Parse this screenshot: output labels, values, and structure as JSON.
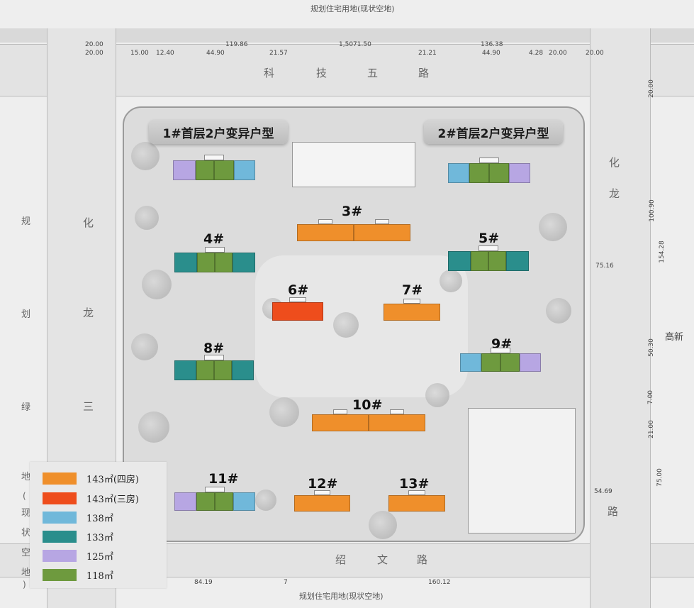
{
  "map_title_top": "规划住宅用地(现状空地)",
  "map_title_bottom": "规划住宅用地(现状空地)",
  "roads": {
    "north": [
      "科",
      "技",
      "五",
      "路"
    ],
    "west": [
      "化",
      "龙",
      "三"
    ],
    "west_outer": [
      "规",
      "划",
      "绿",
      "地",
      "(",
      "现",
      "状",
      "空",
      "地",
      ")"
    ],
    "east": [
      "化",
      "龙"
    ],
    "east_edge": "高新",
    "south": [
      "绍",
      "文",
      "路"
    ],
    "east_road_end": "路"
  },
  "dimensions_top_row1": [
    "20.00",
    "119.86",
    "1,5071.50",
    "136.38"
  ],
  "dimensions_top_row2": [
    "20.00",
    "15.00",
    "12.40",
    "44.90",
    "21.57",
    "21.21",
    "44.90",
    "4.28",
    "20.00",
    "20.00"
  ],
  "dimensions_right": [
    "20.00",
    "100.90",
    "154.28",
    "75.16",
    "50.30",
    "7.00",
    "21.00",
    "54.69",
    "75.00"
  ],
  "dimensions_bottom": [
    "84.19",
    "7",
    "160.12"
  ],
  "banners": [
    {
      "text": "1#首层2户变异户型"
    },
    {
      "text": "2#首层2户变异户型"
    }
  ],
  "building_labels": [
    "3#",
    "4#",
    "5#",
    "6#",
    "7#",
    "8#",
    "9#",
    "10#",
    "11#",
    "12#",
    "13#"
  ],
  "colors": {
    "143_four": "#ef8f2b",
    "143_three": "#ee4d1c",
    "138": "#70b8da",
    "133": "#2a8e8c",
    "125": "#b7a6e3",
    "118": "#6e9a3e"
  },
  "legend": [
    {
      "label": "143㎡(四房)",
      "color": "#ef8f2b"
    },
    {
      "label": "143㎡(三房)",
      "color": "#ee4d1c"
    },
    {
      "label": "138㎡",
      "color": "#70b8da"
    },
    {
      "label": "133㎡",
      "color": "#2a8e8c"
    },
    {
      "label": "125㎡",
      "color": "#b7a6e3"
    },
    {
      "label": "118㎡",
      "color": "#6e9a3e"
    }
  ]
}
